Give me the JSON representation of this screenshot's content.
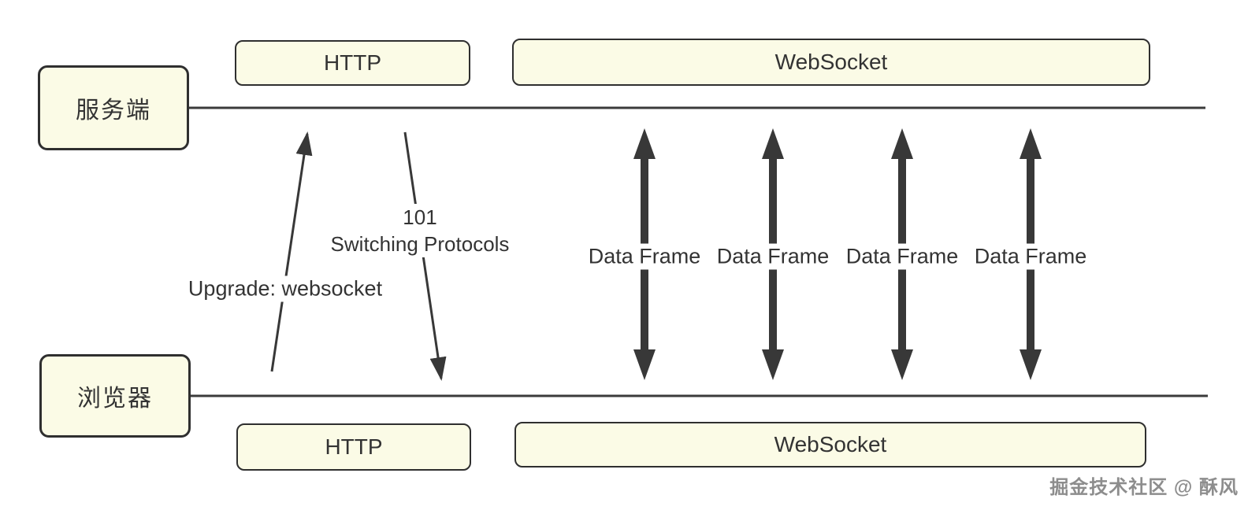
{
  "colors": {
    "background": "#ffffff",
    "box_fill": "#FBFBE6",
    "box_border": "#2F2F2F",
    "line": "#3B3B3B",
    "arrow": "#383838",
    "text": "#333333",
    "watermark": "#8D8D8D"
  },
  "entities": {
    "server": {
      "label": "服务端"
    },
    "browser": {
      "label": "浏览器"
    }
  },
  "protocol_boxes": {
    "http_top": {
      "label": "HTTP"
    },
    "websocket_top": {
      "label": "WebSocket"
    },
    "http_bottom": {
      "label": "HTTP"
    },
    "websocket_bottom": {
      "label": "WebSocket"
    }
  },
  "messages": {
    "upgrade": {
      "label": "Upgrade: websocket"
    },
    "switching": {
      "line1": "101",
      "line2": "Switching Protocols"
    }
  },
  "data_frames": [
    {
      "label": "Data Frame"
    },
    {
      "label": "Data Frame"
    },
    {
      "label": "Data Frame"
    },
    {
      "label": "Data Frame"
    }
  ],
  "watermark": {
    "text": "掘金技术社区 @ 酥风"
  }
}
